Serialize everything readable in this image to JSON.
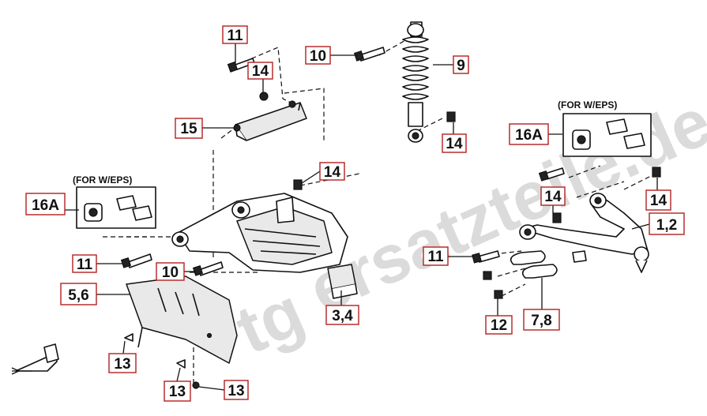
{
  "callouts": {
    "c11_top": "11",
    "c14_a": "14",
    "c10_top": "10",
    "c9": "9",
    "c15": "15",
    "c14_b": "14",
    "c14_c": "14",
    "c16A_right": "16A",
    "c16A_left": "16A",
    "c14_d": "14",
    "c14_e": "14",
    "c1_2": "1,2",
    "c11_left": "11",
    "c11_right": "11",
    "c10_mid": "10",
    "c5_6": "5,6",
    "c3_4": "3,4",
    "c12": "12",
    "c7_8": "7,8",
    "c13_a": "13",
    "c13_b": "13",
    "c13_c": "13"
  },
  "captions": {
    "eps_left": "(FOR W/EPS)",
    "eps_right": "(FOR W/EPS)"
  },
  "watermark": {
    "text_left": "tg",
    "text_main": "ersatzteile.de"
  }
}
